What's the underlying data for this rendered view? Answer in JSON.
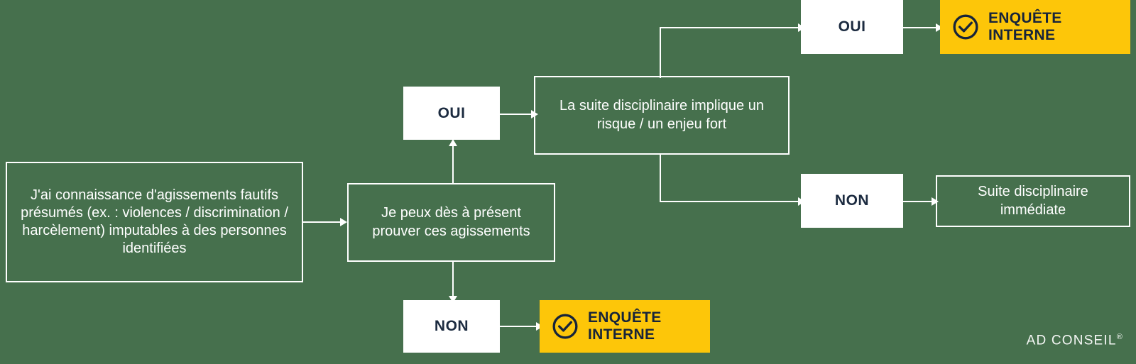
{
  "meta": {
    "background_color": "#46704d",
    "accent_color": "#fdc609",
    "text_on_accent_color": "#17243a",
    "line_color": "#ffffff"
  },
  "nodes": {
    "start": {
      "text": "J'ai connaissance d'agissements fautifs présumés (ex. : violences / discrimination / harcèlement) imputables à des personnes identifiées",
      "style": "outline"
    },
    "proof_question": {
      "text": "Je peux dès à présent prouver ces agissements",
      "style": "outline"
    },
    "proof_yes": {
      "text": "OUI",
      "style": "white"
    },
    "proof_no": {
      "text": "NON",
      "style": "white"
    },
    "risk_question": {
      "text": "La suite disciplinaire implique un risque / un enjeu fort",
      "style": "outline"
    },
    "risk_yes": {
      "text": "OUI",
      "style": "white"
    },
    "risk_no": {
      "text": "NON",
      "style": "white"
    },
    "outcome_investigation_top": {
      "text": "ENQUÊTE\nINTERNE",
      "style": "yellow",
      "icon": "check-circle-icon"
    },
    "outcome_investigation_bottom": {
      "text": "ENQUÊTE\nINTERNE",
      "style": "yellow",
      "icon": "check-circle-icon"
    },
    "outcome_immediate": {
      "text": "Suite disciplinaire immédiate",
      "style": "outline"
    }
  },
  "brand": {
    "name": "AD CONSEIL",
    "registered_mark": "®"
  }
}
